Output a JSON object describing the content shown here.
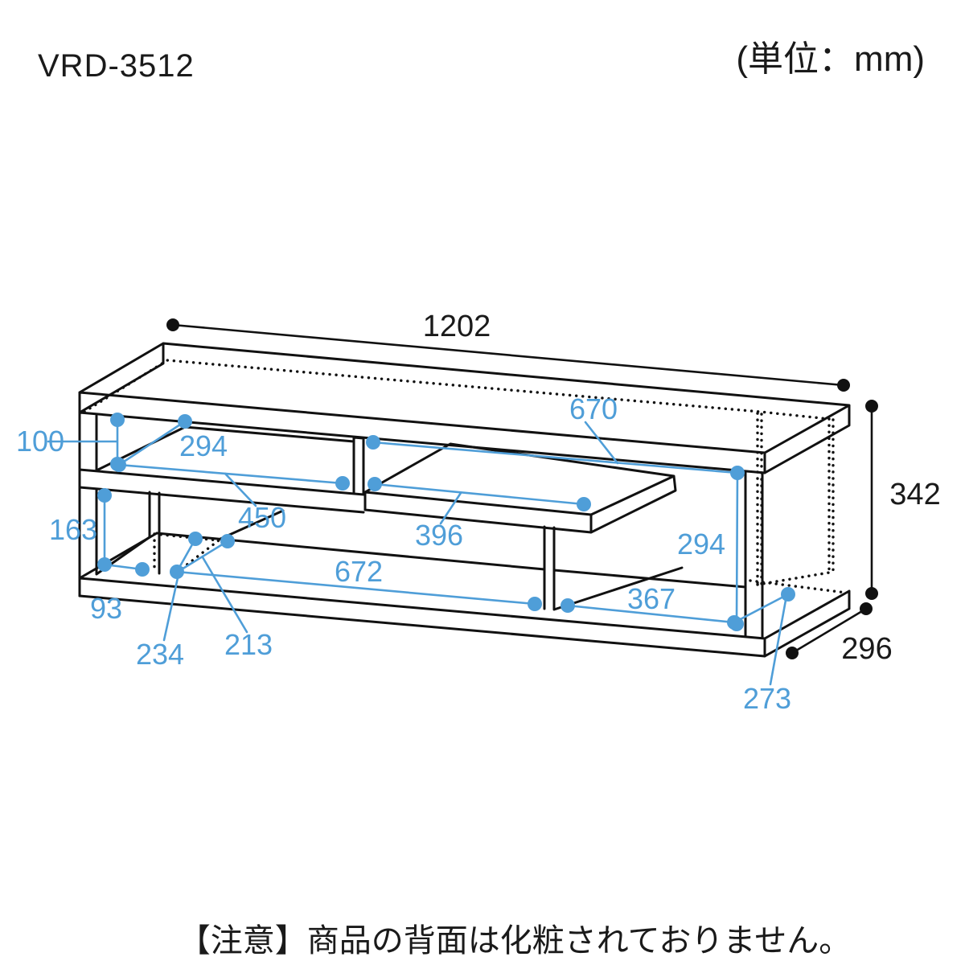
{
  "header": {
    "model": "VRD-3512",
    "unit": "(単位：mm)"
  },
  "footer": {
    "note": "【注意】商品の背面は化粧されておりません。"
  },
  "colors": {
    "dimension_blue": "#4f9ed8",
    "line_black": "#111111",
    "background": "#ffffff"
  },
  "dimensions": {
    "overall_width": "1202",
    "overall_height": "342",
    "overall_depth": "296",
    "upper_opening_height": "100",
    "upper_left_width": "294",
    "left_shelf_length": "450",
    "upper_right_width": "670",
    "shelf_front_length": "396",
    "right_opening_height": "294",
    "lower_opening_height": "163",
    "left_gap_width": "93",
    "lower_opening_width": "672",
    "lower_right_width": "367",
    "divider_depth": "234",
    "divider_diagonal": "213",
    "right_rear_depth": "273"
  }
}
